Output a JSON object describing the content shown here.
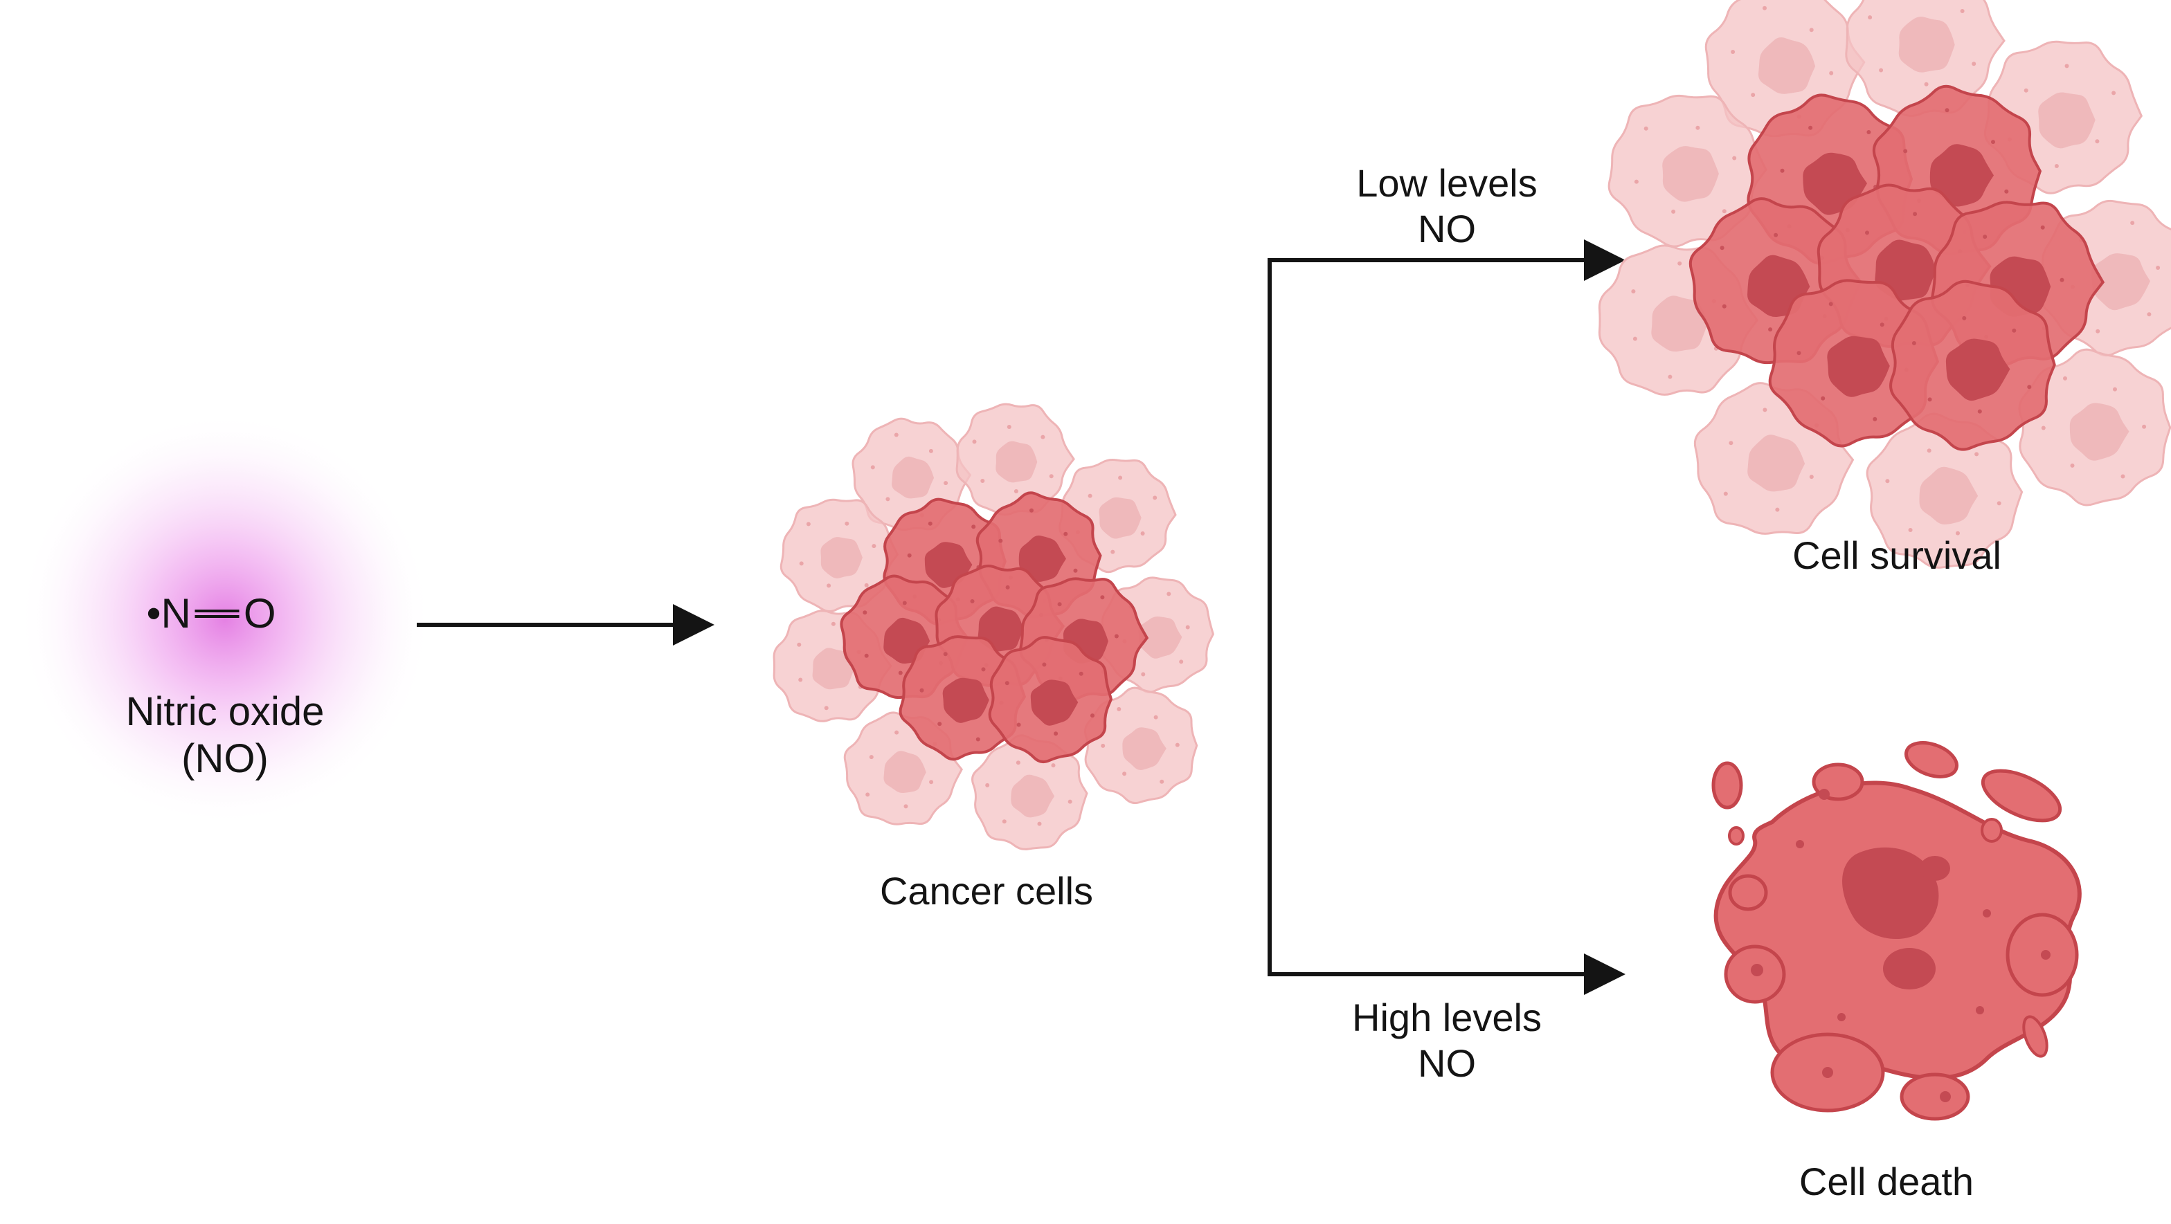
{
  "molecule": {
    "radical_dot": "•",
    "atom_left": "N",
    "atom_right": "O",
    "name_line1": "Nitric oxide",
    "name_line2": "(NO)"
  },
  "cancer": {
    "label": "Cancer cells"
  },
  "branch_low": {
    "line1": "Low levels",
    "line2": "NO"
  },
  "branch_high": {
    "line1": "High levels",
    "line2": "NO"
  },
  "outcome_survival": {
    "label": "Cell survival"
  },
  "outcome_death": {
    "label": "Cell death"
  },
  "colors": {
    "glow": "#e27ae0",
    "cell_fill": "#e36e72",
    "cell_stroke": "#c4454c",
    "nucleus": "#c44a53",
    "ghost_cell": "#f4c3c4",
    "arrow": "#141414"
  }
}
